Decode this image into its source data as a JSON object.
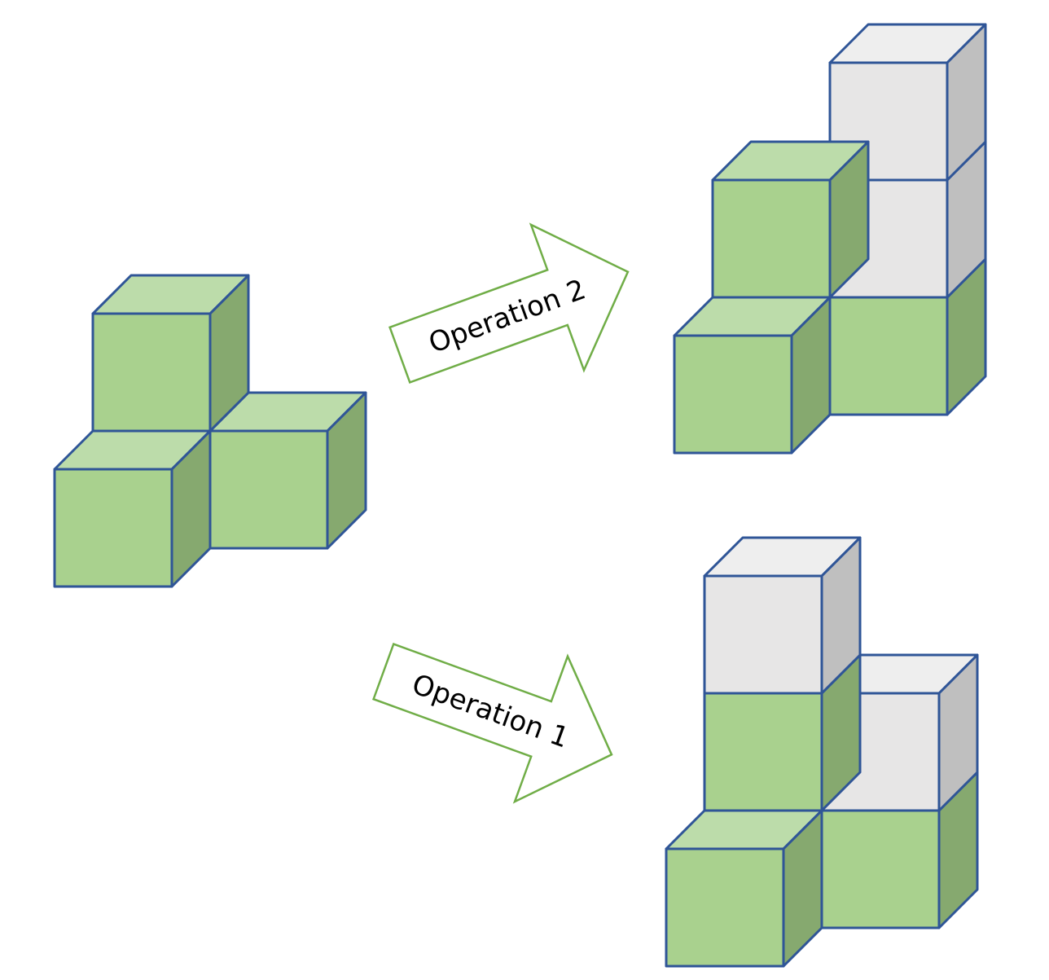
{
  "colors": {
    "green_front": "#a9d18e",
    "green_top": "#bcdcaa",
    "green_side": "#86a96f",
    "gray_front": "#e7e6e6",
    "gray_top": "#eeeeee",
    "gray_side": "#bfbfbf",
    "edge": "#2f5597",
    "arrow": "#70ad47"
  },
  "figures": {
    "original": {
      "cubes": [
        {
          "col": 0,
          "row": 0,
          "depth": 0,
          "color": "green"
        },
        {
          "col": 1,
          "row": 0,
          "depth": 1,
          "color": "green"
        },
        {
          "col": 0,
          "row": 1,
          "depth": 1,
          "color": "green"
        }
      ]
    },
    "operation2_result": {
      "cubes": [
        {
          "col": 1,
          "row": 0,
          "depth": 1,
          "color": "green"
        },
        {
          "col": 0,
          "row": 0,
          "depth": 0,
          "color": "green"
        },
        {
          "col": 1,
          "row": 1,
          "depth": 1,
          "color": "gray"
        },
        {
          "col": 1,
          "row": 2,
          "depth": 1,
          "color": "gray"
        },
        {
          "col": 0,
          "row": 1,
          "depth": 1,
          "color": "green"
        }
      ]
    },
    "operation1_result": {
      "cubes": [
        {
          "col": 1,
          "row": 0,
          "depth": 1,
          "color": "green"
        },
        {
          "col": 0,
          "row": 0,
          "depth": 0,
          "color": "green"
        },
        {
          "col": 1,
          "row": 1,
          "depth": 1,
          "color": "gray"
        },
        {
          "col": 0,
          "row": 1,
          "depth": 1,
          "color": "green"
        },
        {
          "col": 0,
          "row": 2,
          "depth": 1,
          "color": "gray"
        }
      ]
    }
  },
  "arrows": {
    "operation2": {
      "label": "Operation 2"
    },
    "operation1": {
      "label": "Operation 1"
    }
  }
}
